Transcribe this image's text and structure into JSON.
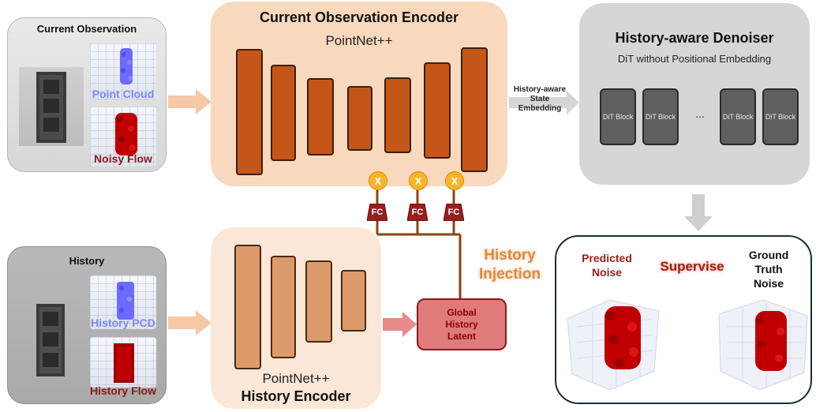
{
  "current_obs": {
    "title": "Current Observation",
    "point_cloud_label": "Point Cloud",
    "noisy_flow_label": "Noisy Flow"
  },
  "current_encoder": {
    "title": "Current Observation Encoder",
    "subtitle": "PointNet++"
  },
  "state_embedding": {
    "line1": "History-aware",
    "line2": "State",
    "line3": "Embedding"
  },
  "denoiser": {
    "title": "History-aware Denoiser",
    "subtitle": "DiT without Positional Embedding",
    "blocks": [
      "DiT Block",
      "DiT Block",
      "DiT Block",
      "DiT Block"
    ],
    "ellipsis": "..."
  },
  "injection": {
    "multiply_symbol": "X",
    "fc_label": "FC",
    "history_injection_line1": "History",
    "history_injection_line2": "Injection"
  },
  "history": {
    "title": "History",
    "pcd_label": "History PCD",
    "flow_label": "History Flow"
  },
  "history_encoder": {
    "subtitle": "PointNet++",
    "title": "History Encoder"
  },
  "global_latent": {
    "line1": "Global",
    "line2": "History",
    "line3": "Latent"
  },
  "supervise": {
    "predicted_line1": "Predicted",
    "predicted_line2": "Noise",
    "supervise_label": "Supervise",
    "gt_line1": "Ground",
    "gt_line2": "Truth",
    "gt_line3": "Noise"
  },
  "colors": {
    "encoder_bar": "#c4561a",
    "history_bar": "#dd9a6a",
    "connector": "#8b4513",
    "accent_orange": "#e08a3c",
    "latent_fill": "#e07b7b",
    "dit_block": "#5f5f5f",
    "point_cloud": "#6b6bff",
    "flow_red": "#c00000"
  }
}
